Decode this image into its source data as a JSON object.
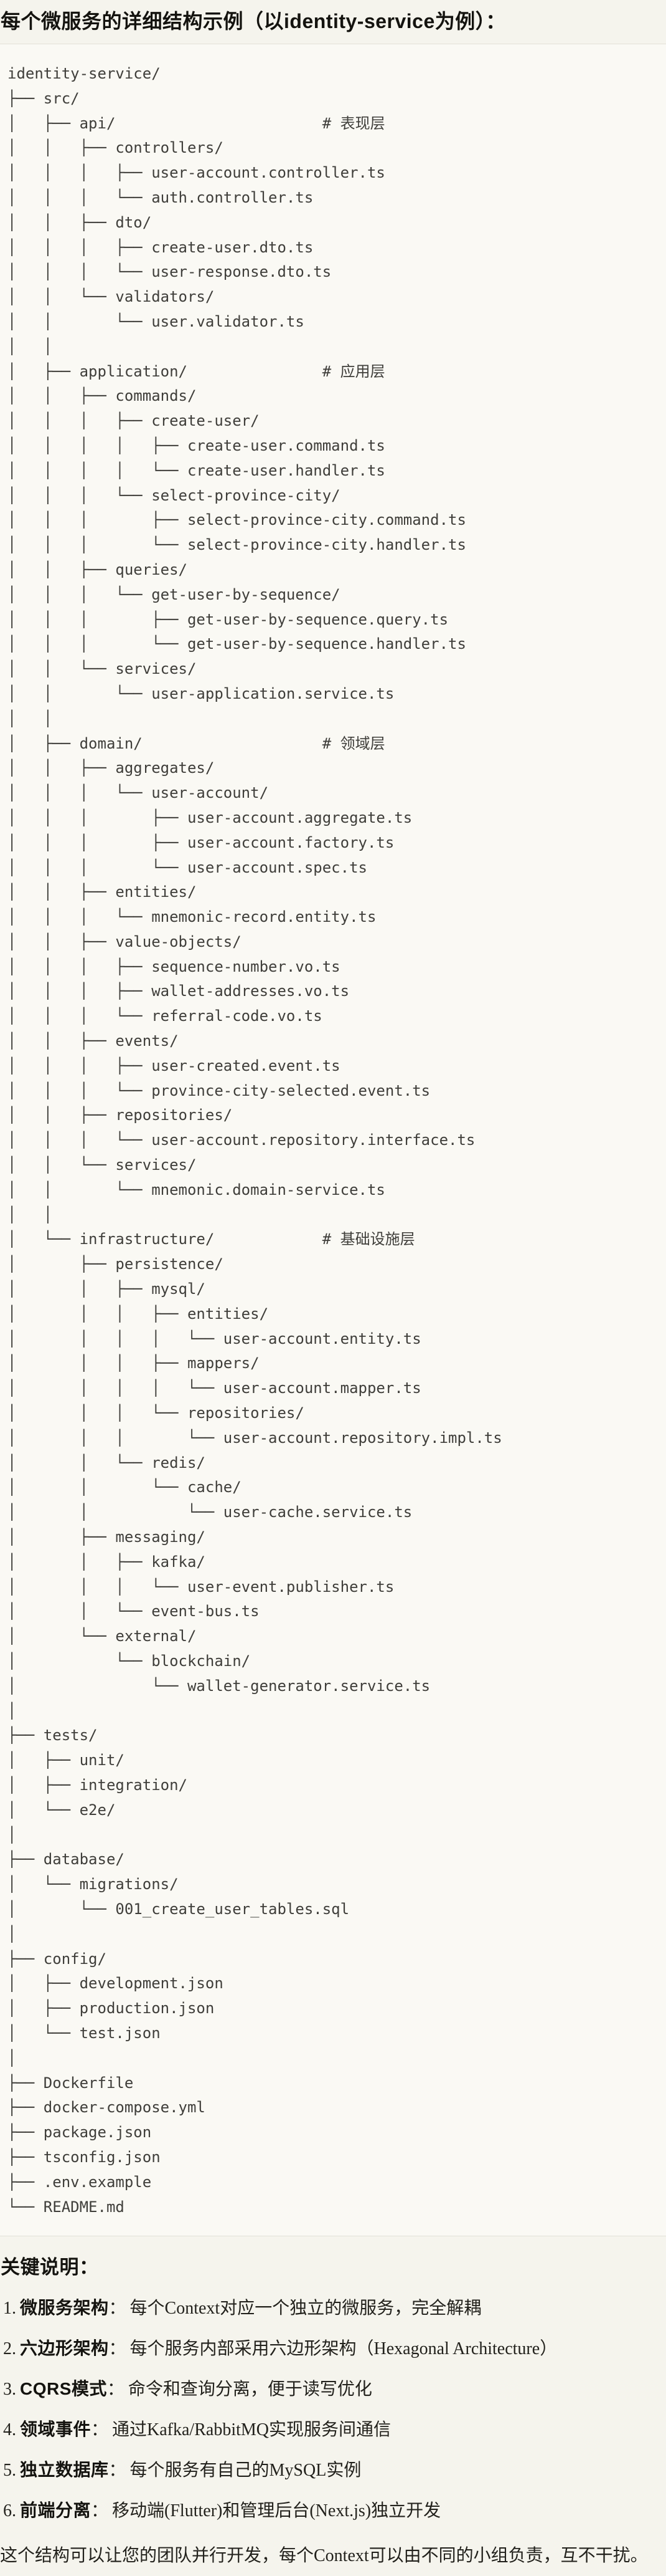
{
  "title": "每个微服务的详细结构示例（以identity-service为例）：",
  "tree": {
    "lines": [
      "identity-service/",
      "├── src/",
      "│   ├── api/                       # 表现层",
      "│   │   ├── controllers/",
      "│   │   │   ├── user-account.controller.ts",
      "│   │   │   └── auth.controller.ts",
      "│   │   ├── dto/",
      "│   │   │   ├── create-user.dto.ts",
      "│   │   │   └── user-response.dto.ts",
      "│   │   └── validators/",
      "│   │       └── user.validator.ts",
      "│   │",
      "│   ├── application/               # 应用层",
      "│   │   ├── commands/",
      "│   │   │   ├── create-user/",
      "│   │   │   │   ├── create-user.command.ts",
      "│   │   │   │   └── create-user.handler.ts",
      "│   │   │   └── select-province-city/",
      "│   │   │       ├── select-province-city.command.ts",
      "│   │   │       └── select-province-city.handler.ts",
      "│   │   ├── queries/",
      "│   │   │   └── get-user-by-sequence/",
      "│   │   │       ├── get-user-by-sequence.query.ts",
      "│   │   │       └── get-user-by-sequence.handler.ts",
      "│   │   └── services/",
      "│   │       └── user-application.service.ts",
      "│   │",
      "│   ├── domain/                    # 领域层",
      "│   │   ├── aggregates/",
      "│   │   │   └── user-account/",
      "│   │   │       ├── user-account.aggregate.ts",
      "│   │   │       ├── user-account.factory.ts",
      "│   │   │       └── user-account.spec.ts",
      "│   │   ├── entities/",
      "│   │   │   └── mnemonic-record.entity.ts",
      "│   │   ├── value-objects/",
      "│   │   │   ├── sequence-number.vo.ts",
      "│   │   │   ├── wallet-addresses.vo.ts",
      "│   │   │   └── referral-code.vo.ts",
      "│   │   ├── events/",
      "│   │   │   ├── user-created.event.ts",
      "│   │   │   └── province-city-selected.event.ts",
      "│   │   ├── repositories/",
      "│   │   │   └── user-account.repository.interface.ts",
      "│   │   └── services/",
      "│   │       └── mnemonic.domain-service.ts",
      "│   │",
      "│   └── infrastructure/            # 基础设施层",
      "│       ├── persistence/",
      "│       │   ├── mysql/",
      "│       │   │   ├── entities/",
      "│       │   │   │   └── user-account.entity.ts",
      "│       │   │   ├── mappers/",
      "│       │   │   │   └── user-account.mapper.ts",
      "│       │   │   └── repositories/",
      "│       │   │       └── user-account.repository.impl.ts",
      "│       │   └── redis/",
      "│       │       └── cache/",
      "│       │           └── user-cache.service.ts",
      "│       ├── messaging/",
      "│       │   ├── kafka/",
      "│       │   │   └── user-event.publisher.ts",
      "│       │   └── event-bus.ts",
      "│       └── external/",
      "│           └── blockchain/",
      "│               └── wallet-generator.service.ts",
      "│",
      "├── tests/",
      "│   ├── unit/",
      "│   ├── integration/",
      "│   └── e2e/",
      "│",
      "├── database/",
      "│   └── migrations/",
      "│       └── 001_create_user_tables.sql",
      "│",
      "├── config/",
      "│   ├── development.json",
      "│   ├── production.json",
      "│   └── test.json",
      "│",
      "├── Dockerfile",
      "├── docker-compose.yml",
      "├── package.json",
      "├── tsconfig.json",
      "├── .env.example",
      "└── README.md"
    ]
  },
  "notes": {
    "heading": "关键说明：",
    "items": [
      {
        "num": "1.",
        "label": "微服务架构",
        "sep": "：",
        "text": "每个Context对应一个独立的微服务，完全解耦"
      },
      {
        "num": "2.",
        "label": "六边形架构",
        "sep": "：",
        "text": "每个服务内部采用六边形架构（Hexagonal Architecture）"
      },
      {
        "num": "3.",
        "label": "CQRS模式",
        "sep": "：",
        "text": "命令和查询分离，便于读写优化"
      },
      {
        "num": "4.",
        "label": "领域事件",
        "sep": "：",
        "text": "通过Kafka/RabbitMQ实现服务间通信"
      },
      {
        "num": "5.",
        "label": "独立数据库",
        "sep": "：",
        "text": "每个服务有自己的MySQL实例"
      },
      {
        "num": "6.",
        "label": "前端分离",
        "sep": "：",
        "text": "移动端(Flutter)和管理后台(Next.js)独立开发"
      }
    ],
    "closing": "这个结构可以让您的团队并行开发，每个Context可以由不同的小组负责，互不干扰。"
  }
}
